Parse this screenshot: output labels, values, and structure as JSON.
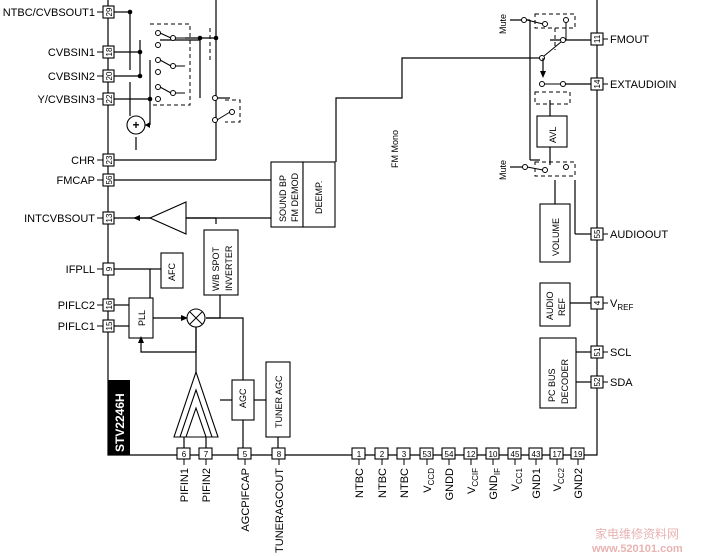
{
  "chip_name": "STV2246H",
  "left_pins": [
    {
      "label": "NTBC/CVBSOUT1",
      "pin": "29"
    },
    {
      "label": "CVBSIN1",
      "pin": "18"
    },
    {
      "label": "CVBSIN2",
      "pin": "20"
    },
    {
      "label": "Y/CVBSIN3",
      "pin": "22"
    },
    {
      "label": "CHR",
      "pin": "23"
    },
    {
      "label": "FMCAP",
      "pin": "56"
    },
    {
      "label": "INTCVBSOUT",
      "pin": "13"
    },
    {
      "label": "IFPLL",
      "pin": "9"
    },
    {
      "label": "PIFLC2",
      "pin": "16"
    },
    {
      "label": "PIFLC1",
      "pin": "15"
    }
  ],
  "right_pins": [
    {
      "label": "FMOUT",
      "pin": "11"
    },
    {
      "label": "EXTAUDIOIN",
      "pin": "14"
    },
    {
      "label": "AUDIOOUT",
      "pin": "55"
    },
    {
      "label": "V",
      "sub": "REF",
      "pin": "4"
    },
    {
      "label": "SCL",
      "pin": "51"
    },
    {
      "label": "SDA",
      "pin": "52"
    }
  ],
  "bottom_pins": [
    {
      "label": "PIFIN1",
      "pin": "6"
    },
    {
      "label": "PIFIN2",
      "pin": "7"
    },
    {
      "label": "AGCPIFCAP",
      "pin": "5"
    },
    {
      "label": "TUNERAGCOUT",
      "pin": "8"
    },
    {
      "label": "NTBC",
      "sub": "",
      "pin": "1"
    },
    {
      "label": "NTBC",
      "sub": "",
      "pin": "2"
    },
    {
      "label": "NTBC",
      "sub": "",
      "pin": "3"
    },
    {
      "label": "V",
      "sub": "CCD",
      "pin": "53"
    },
    {
      "label": "GNDD",
      "sub": "",
      "pin": "54"
    },
    {
      "label": "V",
      "sub": "CCIF",
      "pin": "12"
    },
    {
      "label": "GND",
      "sub": "IF",
      "pin": "10"
    },
    {
      "label": "V",
      "sub": "CC1",
      "pin": "45"
    },
    {
      "label": "GND1",
      "sub": "",
      "pin": "43"
    },
    {
      "label": "V",
      "sub": "CC2",
      "pin": "17"
    },
    {
      "label": "GND2",
      "sub": "",
      "pin": "19"
    }
  ],
  "blocks": {
    "sound_bp_line1": "SOUND BP",
    "sound_bp_line2": "FM DEMOD",
    "deemp": "DEEMP.",
    "afc": "AFC",
    "wb_line1": "W/B SPOT",
    "wb_line2": "INVERTER",
    "pll": "PLL",
    "agc": "AGC",
    "tuner_agc": "TUNER AGC",
    "avl": "AVL",
    "volume": "VOLUME",
    "audio_ref_line1": "AUDIO",
    "audio_ref_line2": "REF",
    "i2c_line1": "PC BUS",
    "i2c_line2": "DECODER"
  },
  "labels": {
    "fm_mono": "FM Mono",
    "mute_top": "Mute",
    "mute_bottom": "Mute",
    "watermark": "家电维修资料网",
    "watermark_url": "www.520101.com"
  }
}
